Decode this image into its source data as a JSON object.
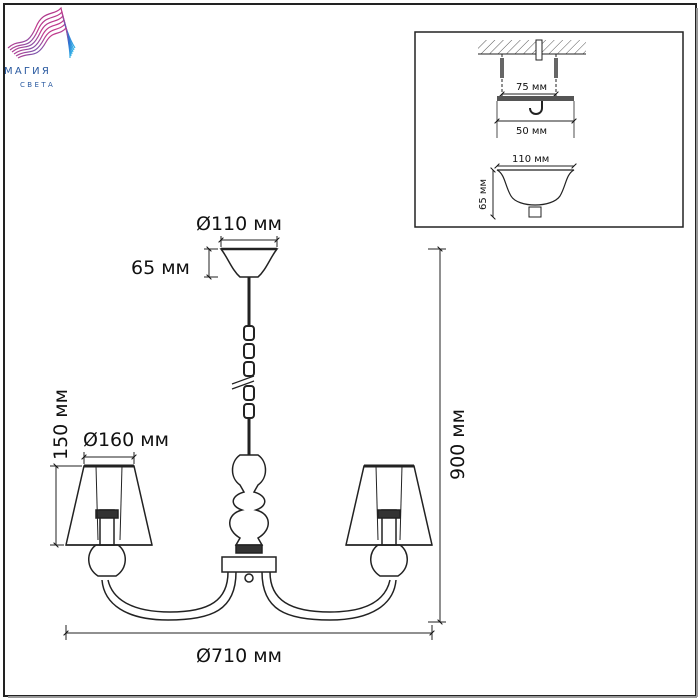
{
  "logo": {
    "name": "МАГИЯ",
    "tagline": "СВЕТА",
    "colors": [
      "#4b2a8a",
      "#c43b8c",
      "#2b6fd0",
      "#38b6e8"
    ]
  },
  "dimensions": {
    "canopy_diameter": "Ø110 мм",
    "canopy_height": "65 мм",
    "shade_height": "150 мм",
    "shade_diameter": "Ø160 мм",
    "total_height": "900 мм",
    "total_width": "Ø710 мм"
  },
  "inset": {
    "mount_spacing": "75 мм",
    "plate_width": "50 мм",
    "canopy_width": "110 мм",
    "canopy_height": "65 мм"
  }
}
